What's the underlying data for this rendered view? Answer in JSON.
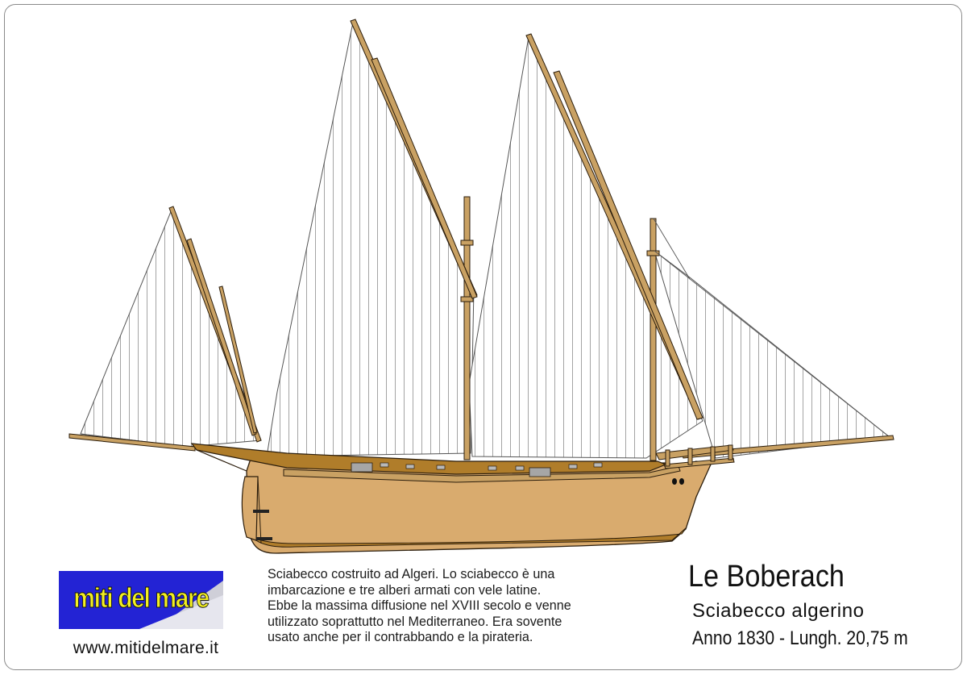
{
  "logo": {
    "text": "miti del mare",
    "website": "www.mitidelmare.it"
  },
  "description": {
    "lines": [
      "Sciabecco costruito ad Algeri. Lo sciabecco è una",
      "imbarcazione e tre alberi armati con vele latine.",
      "Ebbe la massima diffusione nel XVIII secolo e venne",
      "utilizzato soprattutto nel Mediterraneo. Era sovente",
      "usato anche per il contrabbando e la pirateria."
    ]
  },
  "ship": {
    "name": "Le Boberach",
    "type": "Sciabecco algerino",
    "details": "Anno 1830 - Lungh. 20,75 m"
  },
  "colors": {
    "hull": "#d9ab6e",
    "wale": "#b07d2a",
    "spar": "#c9a163",
    "outline": "#2b1d0c",
    "sail": "#ffffff",
    "logo_bg": "#2323d4",
    "logo_text": "#f3f020"
  }
}
